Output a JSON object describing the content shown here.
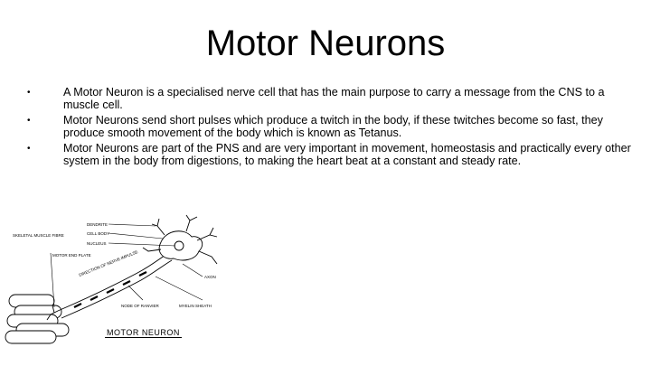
{
  "slide": {
    "title": "Motor Neurons",
    "bullets": [
      "A Motor Neuron is a specialised nerve cell that has the main purpose to carry a message from the CNS to a muscle cell.",
      "Motor Neurons send short pulses which produce a twitch in the body, if these twitches become so fast, they produce smooth movement of the body which is known as Tetanus.",
      "Motor Neurons are part of the PNS and are very important in movement, homeostasis and practically every other system in the body from digestions, to making the heart beat at a constant and steady rate."
    ]
  },
  "diagram": {
    "caption": "MOTOR NEURON",
    "labels": {
      "dendrite": "DENDRITE",
      "cell_body": "CELL BODY",
      "nucleus": "NUCLEUS",
      "skeletal_muscle": "SKELETAL MUSCLE FIBRE",
      "axon": "AXON",
      "node": "NODE OF RANVIER",
      "myelin": "MYELIN SHEATH",
      "motor_end_plate": "MOTOR END PLATE",
      "impulse": "DIRECTION OF NERVE IMPULSE"
    }
  }
}
